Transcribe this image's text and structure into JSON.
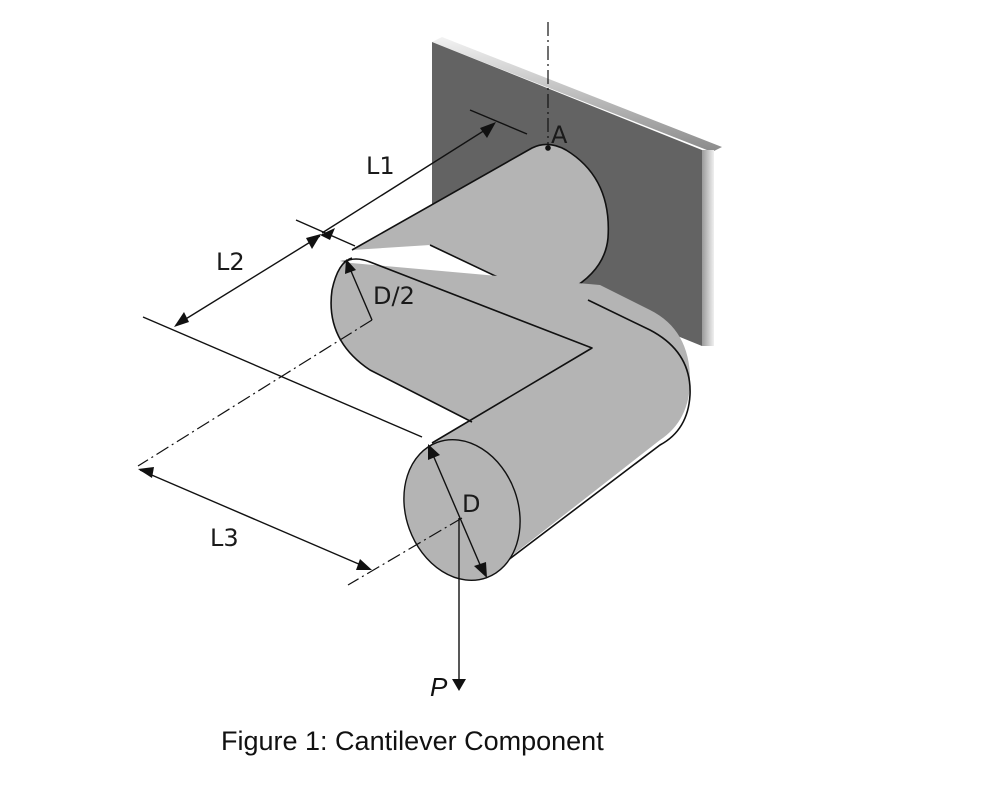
{
  "figure": {
    "caption": "Figure 1: Cantilever Component",
    "labels": {
      "point_a": "A",
      "length_1": "L1",
      "length_2": "L2",
      "length_3": "L3",
      "radius": "D/2",
      "diameter": "D",
      "load": "P"
    },
    "colors": {
      "wall": "#636363",
      "wall_edge": "#bdbdbd",
      "cylinder": "#b4b4b4",
      "line": "#111111"
    }
  }
}
